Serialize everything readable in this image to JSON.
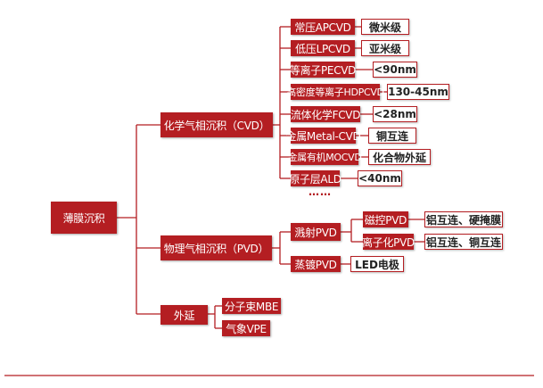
{
  "root": "薄膜沉积",
  "branches": {
    "cvd": {
      "label": "化学气相沉积（CVD）",
      "items": [
        {
          "name": "常压APCVD",
          "note": "微米级"
        },
        {
          "name": "低压LPCVD",
          "note": "亚米级"
        },
        {
          "name": "等离子PECVD",
          "note": "<90nm"
        },
        {
          "name": "高密度等离子HDPCVD",
          "note": "130-45nm"
        },
        {
          "name": "流体化学FCVD",
          "note": "<28nm"
        },
        {
          "name": "金属Metal-CVD",
          "note": "铜互连"
        },
        {
          "name": "金属有机MOCVD",
          "note": "化合物外延"
        },
        {
          "name": "原子层ALD",
          "note": "<40nm"
        }
      ],
      "more": "……"
    },
    "pvd": {
      "label": "物理气相沉积（PVD）",
      "sputter": {
        "label": "溅射PVD",
        "items": [
          {
            "name": "磁控PVD",
            "note": "铝互连、硬掩膜"
          },
          {
            "name": "离子化PVD",
            "note": "铝互连、铜互连"
          }
        ]
      },
      "evap": {
        "label": "蒸镀PVD",
        "note": "LED电极"
      }
    },
    "epi": {
      "label": "外延",
      "items": [
        "分子束MBE",
        "气象VPE"
      ]
    }
  },
  "colors": {
    "primary": "#b41e22",
    "line": "#b41e22"
  }
}
